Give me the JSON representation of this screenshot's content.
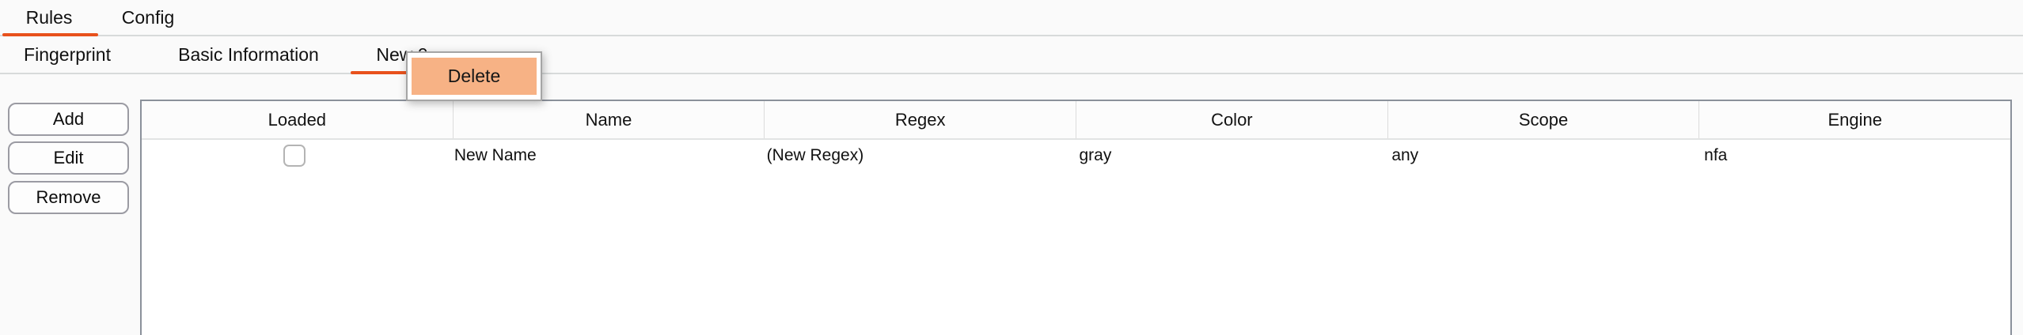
{
  "app": {
    "background": "#fafafa",
    "accent": "#e8511c",
    "menu_highlight_color": "#f7b285"
  },
  "primary_tabs": {
    "items": [
      {
        "label": "Rules",
        "active": true
      },
      {
        "label": "Config",
        "active": false
      }
    ]
  },
  "secondary_tabs": {
    "items": [
      {
        "label": "Fingerprint",
        "active": false
      },
      {
        "label": "Basic Information",
        "active": false
      },
      {
        "label": "New 0",
        "active": true
      }
    ]
  },
  "context_menu": {
    "items": [
      {
        "label": "Delete",
        "highlighted": true
      }
    ]
  },
  "sidebar": {
    "buttons": [
      {
        "label": "Add"
      },
      {
        "label": "Edit"
      },
      {
        "label": "Remove"
      }
    ]
  },
  "table": {
    "columns": [
      "Loaded",
      "Name",
      "Regex",
      "Color",
      "Scope",
      "Engine"
    ],
    "rows": [
      {
        "loaded": false,
        "name": "New Name",
        "regex": "(New Regex)",
        "color": "gray",
        "scope": "any",
        "engine": "nfa"
      }
    ]
  }
}
